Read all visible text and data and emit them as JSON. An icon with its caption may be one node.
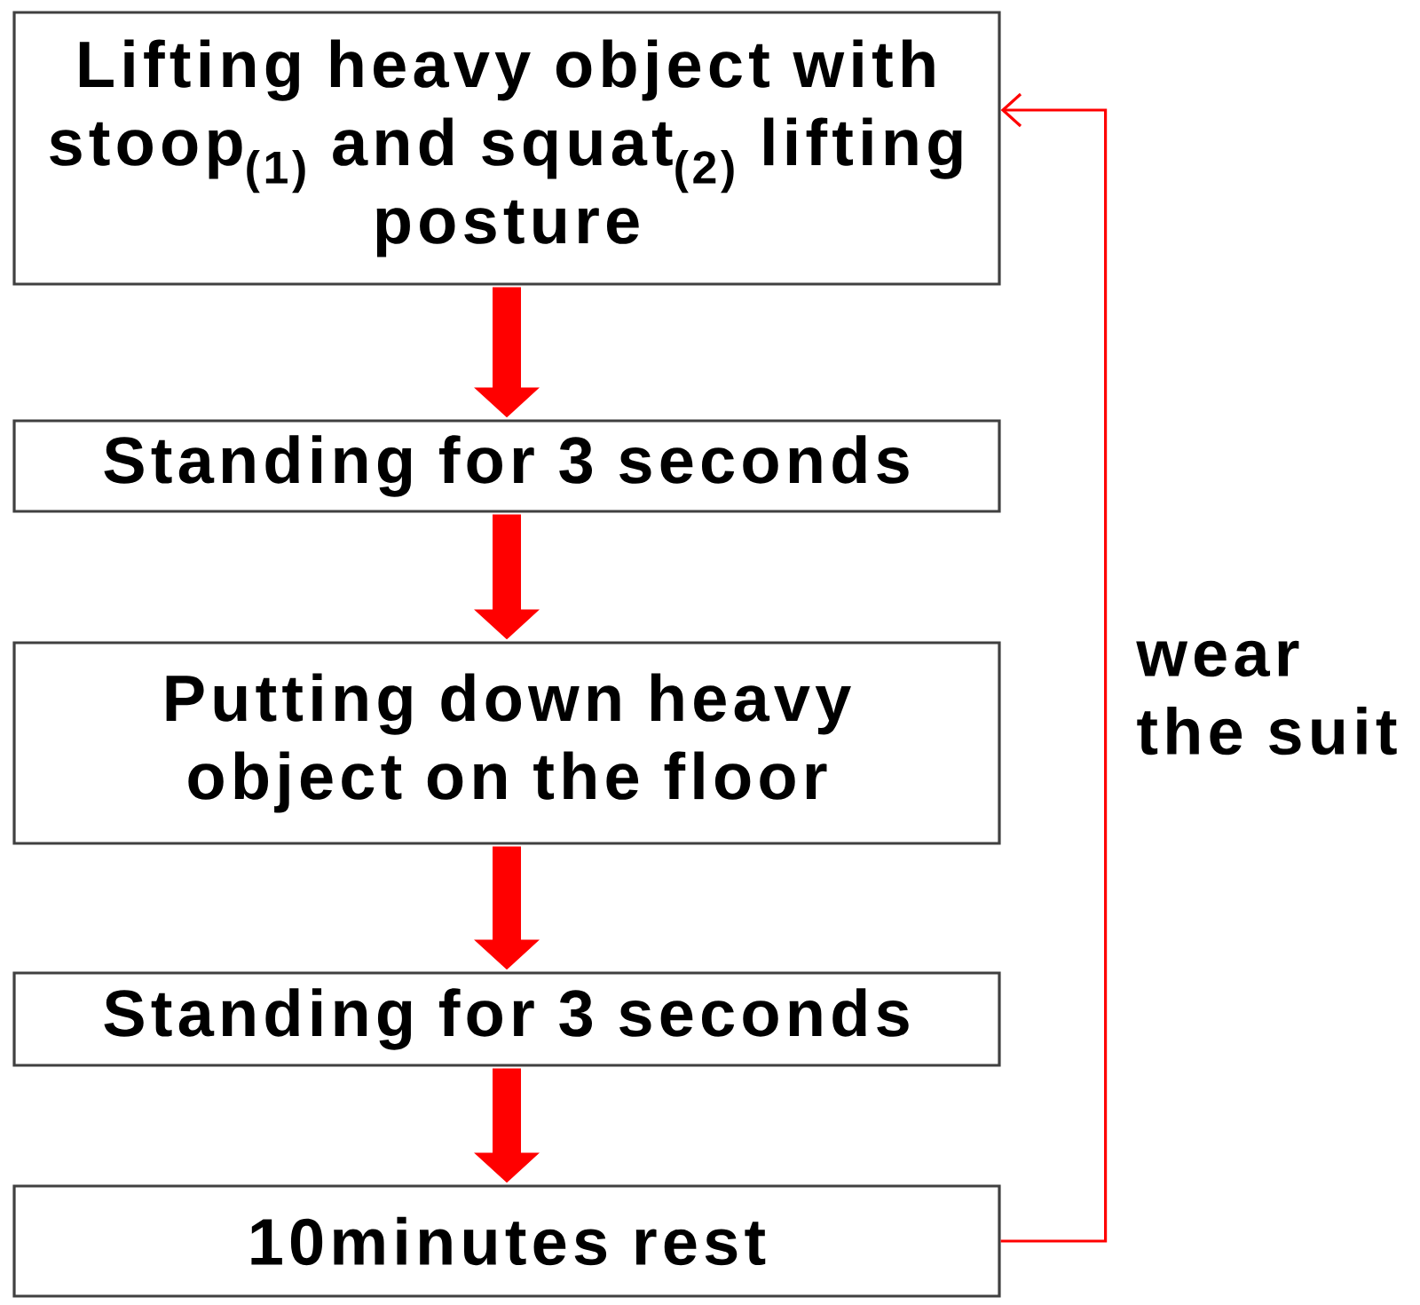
{
  "diagram": {
    "nodes": [
      {
        "text": [
          "Lifting heavy object with stoop$_{(1)}$ and squat$_{(2)}$ lifting posture"
        ]
      },
      {
        "text": [
          "Standing for 3 seconds"
        ]
      },
      {
        "text": [
          "Putting down heavy object on the floor"
        ]
      },
      {
        "text": [
          "Standing for 3 seconds"
        ]
      },
      {
        "text": [
          "10minutes rest"
        ]
      }
    ],
    "edges": [
      {
        "from": 0,
        "to": 1,
        "arrow": "to"
      },
      {
        "from": 1,
        "to": 2,
        "arrow": "to"
      },
      {
        "from": 2,
        "to": 3,
        "arrow": "to"
      },
      {
        "from": 3,
        "to": 4,
        "arrow": "to"
      },
      {
        "from": 4,
        "to": 0,
        "arrow": "to",
        "label": "wear the suit"
      }
    ]
  }
}
